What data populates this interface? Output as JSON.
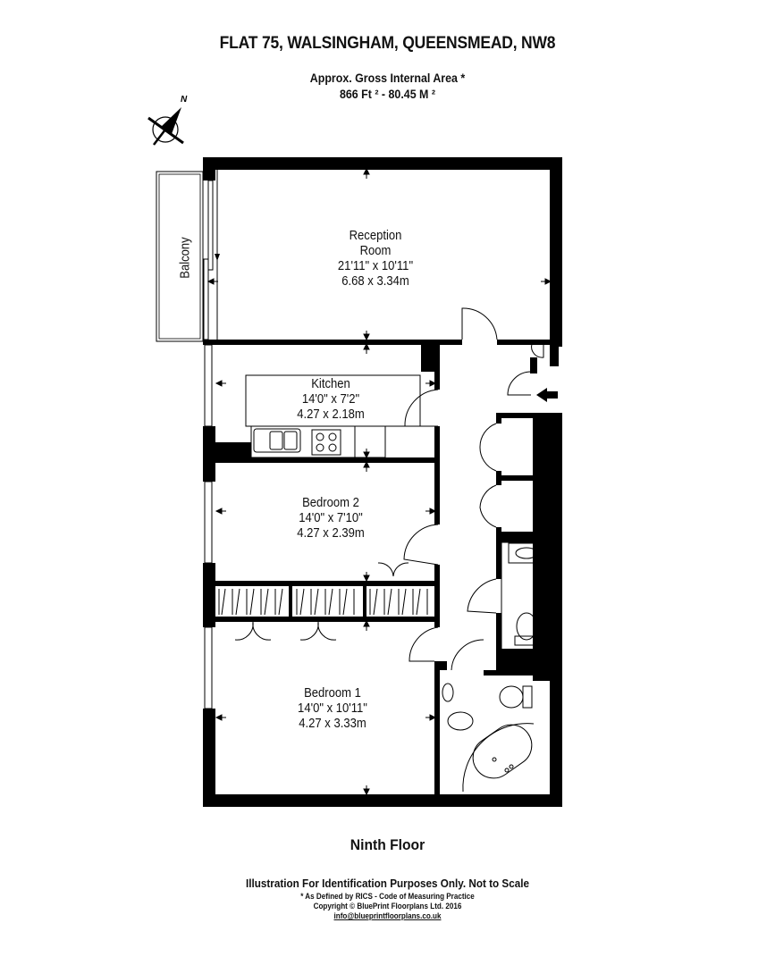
{
  "header": {
    "title": "FLAT 75, WALSINGHAM, QUEENSMEAD, NW8",
    "area_label": "Approx. Gross Internal Area *",
    "area_value": "866 Ft ² - 80.45 M ²"
  },
  "compass": {
    "icon": "compass-north-icon",
    "label": "N"
  },
  "rooms": {
    "balcony": {
      "name": "Balcony"
    },
    "reception": {
      "name_line1": "Reception",
      "name_line2": "Room",
      "imperial": "21'11\" x 10'11\"",
      "metric": "6.68 x 3.34m"
    },
    "kitchen": {
      "name": "Kitchen",
      "imperial": "14'0\" x 7'2\"",
      "metric": "4.27 x 2.18m"
    },
    "bedroom2": {
      "name": "Bedroom 2",
      "imperial": "14'0\" x 7'10\"",
      "metric": "4.27 x 2.39m"
    },
    "bedroom1": {
      "name": "Bedroom 1",
      "imperial": "14'0\" x 10'11\"",
      "metric": "4.27 x 3.33m"
    }
  },
  "footer": {
    "floor": "Ninth Floor",
    "disclaimer": "Illustration For Identification Purposes Only. Not to Scale",
    "rics": "* As Defined by RICS - Code of Measuring Practice",
    "copyright": "Copyright © BluePrint Floorplans Ltd. 2016",
    "email": "info@blueprintfloorplans.co.uk"
  },
  "colors": {
    "wall": "#000000",
    "background": "#ffffff",
    "line": "#222222"
  }
}
